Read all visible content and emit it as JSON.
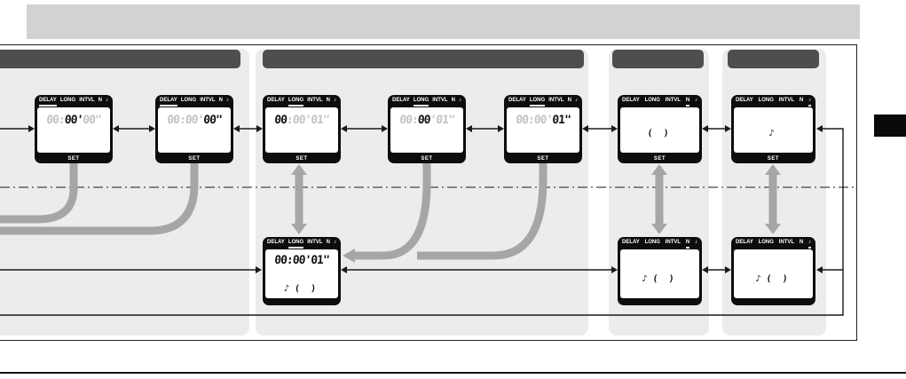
{
  "page": {
    "kind": "watch-manual-flow-diagram",
    "top_banner_text": ""
  },
  "colors": {
    "banner": "#d2d2d2",
    "panel": "#ececec",
    "panel_header": "#4e4e4e",
    "lcd_background": "#0d0d0d",
    "lcd_screen": "#ffffff",
    "digit_active": "#111111",
    "digit_inactive": "#c3c3c3",
    "thick_arrow": "#a6a6a6",
    "thin_line": "#1a1a1a"
  },
  "lcd": {
    "labels": [
      "DELAY",
      "LONG",
      "INTVL",
      "N",
      "♪"
    ],
    "set_label": "SET"
  },
  "panels": [
    {
      "name": "panel-1",
      "header_text": ""
    },
    {
      "name": "panel-2",
      "header_text": ""
    },
    {
      "name": "panel-3",
      "header_text": ""
    },
    {
      "name": "panel-4",
      "header_text": ""
    }
  ],
  "displays": {
    "top": [
      {
        "underline": 0,
        "digits": [
          {
            "t": "00:",
            "on": false
          },
          {
            "t": "00'",
            "on": true
          },
          {
            "t": "00\"",
            "on": false
          }
        ],
        "sub": "",
        "set": true
      },
      {
        "underline": 0,
        "digits": [
          {
            "t": "00:00'",
            "on": false
          },
          {
            "t": "00\"",
            "on": true
          }
        ],
        "sub": "",
        "set": true
      },
      {
        "underline": 1,
        "digits": [
          {
            "t": "00",
            "on": true
          },
          {
            "t": ":00'01\"",
            "on": false
          }
        ],
        "sub": "",
        "set": true
      },
      {
        "underline": 1,
        "digits": [
          {
            "t": "00:",
            "on": false
          },
          {
            "t": "00",
            "on": true
          },
          {
            "t": "'01\"",
            "on": false
          }
        ],
        "sub": "",
        "set": true
      },
      {
        "underline": 1,
        "digits": [
          {
            "t": "00:00'",
            "on": false
          },
          {
            "t": "01\"",
            "on": true
          }
        ],
        "sub": "",
        "set": true
      },
      {
        "underline": 3,
        "digits": [],
        "sub": "(  )",
        "set": true
      },
      {
        "underline": 4,
        "digits": [],
        "sub": "♪",
        "set": true
      }
    ],
    "bottom": [
      {
        "underline": 1,
        "digits": [
          {
            "t": "00:00'01\"",
            "on": true
          }
        ],
        "sub": "♪ (  )",
        "set": false
      },
      {
        "underline": 3,
        "digits": [],
        "sub": "♪ (  )",
        "set": false
      },
      {
        "underline": 4,
        "digits": [],
        "sub": "♪ (  )",
        "set": false
      }
    ]
  }
}
